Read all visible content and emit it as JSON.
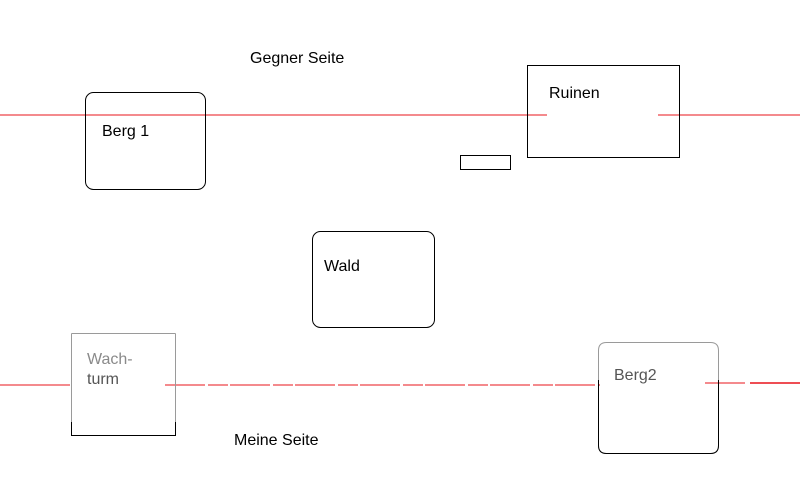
{
  "colors": {
    "line": "#e8141b",
    "stroke": "#000000",
    "light_text": "#8a8a8a"
  },
  "labels": {
    "enemy_side": "Gegner Seite",
    "my_side": "Meine Seite"
  },
  "areas": {
    "berg1": "Berg 1",
    "ruinen": "Ruinen",
    "wald": "Wald",
    "wachturm_line1": "Wach-",
    "wachturm_line2": "turm",
    "berg2": "Berg2"
  }
}
